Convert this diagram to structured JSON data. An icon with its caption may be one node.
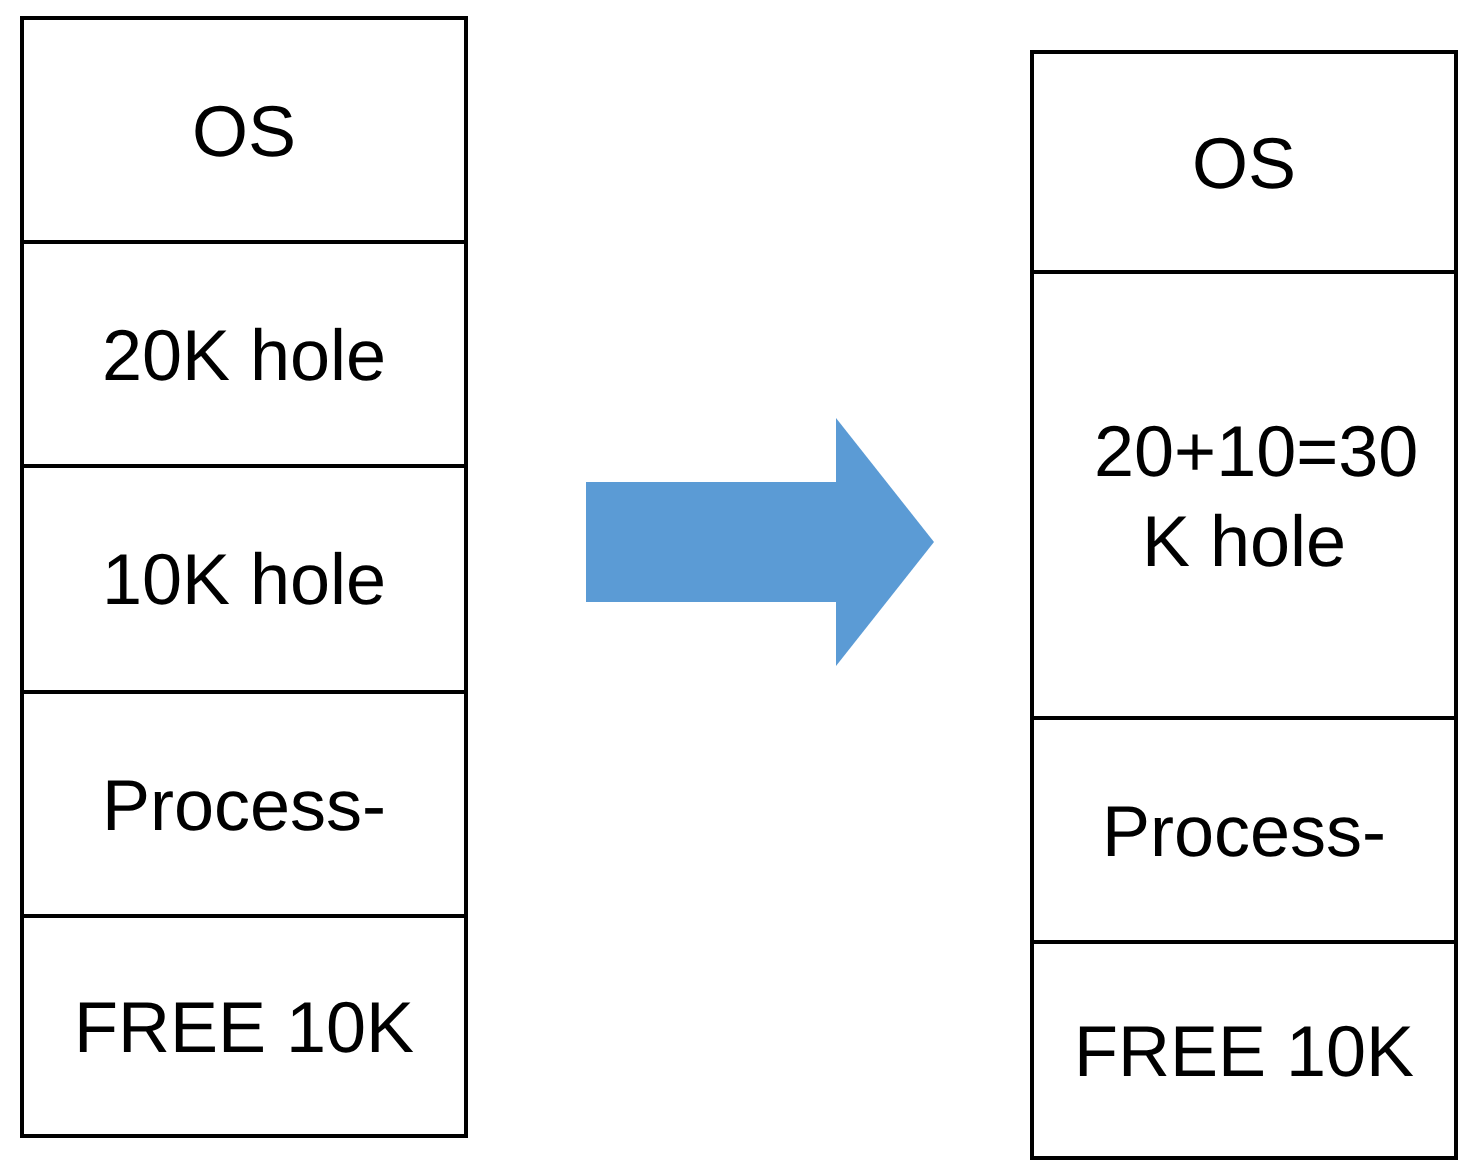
{
  "diagram": {
    "nodes": [
      {
        "text": [],
        "shape": "box"
      },
      {
        "text": [
          "OS"
        ],
        "in": 0
      },
      {
        "text": [
          "20K hole"
        ],
        "in": 0
      },
      {
        "text": [
          "10K hole"
        ],
        "in": 0
      },
      {
        "text": [
          "Process-"
        ],
        "in": 0
      },
      {
        "text": [
          "FREE 10K"
        ],
        "in": 0
      },
      {
        "text": [],
        "shape": "box"
      },
      {
        "text": [
          "OS"
        ],
        "in": 6
      },
      {
        "text": [
          "20+10=30 K hole"
        ],
        "in": 6
      },
      {
        "text": [
          "Process-"
        ],
        "in": 6
      },
      {
        "text": [
          "FREE 10K"
        ],
        "in": 6
      }
    ],
    "edges": [
      {
        "from": 0,
        "to": 6,
        "arrow": "to"
      }
    ]
  }
}
